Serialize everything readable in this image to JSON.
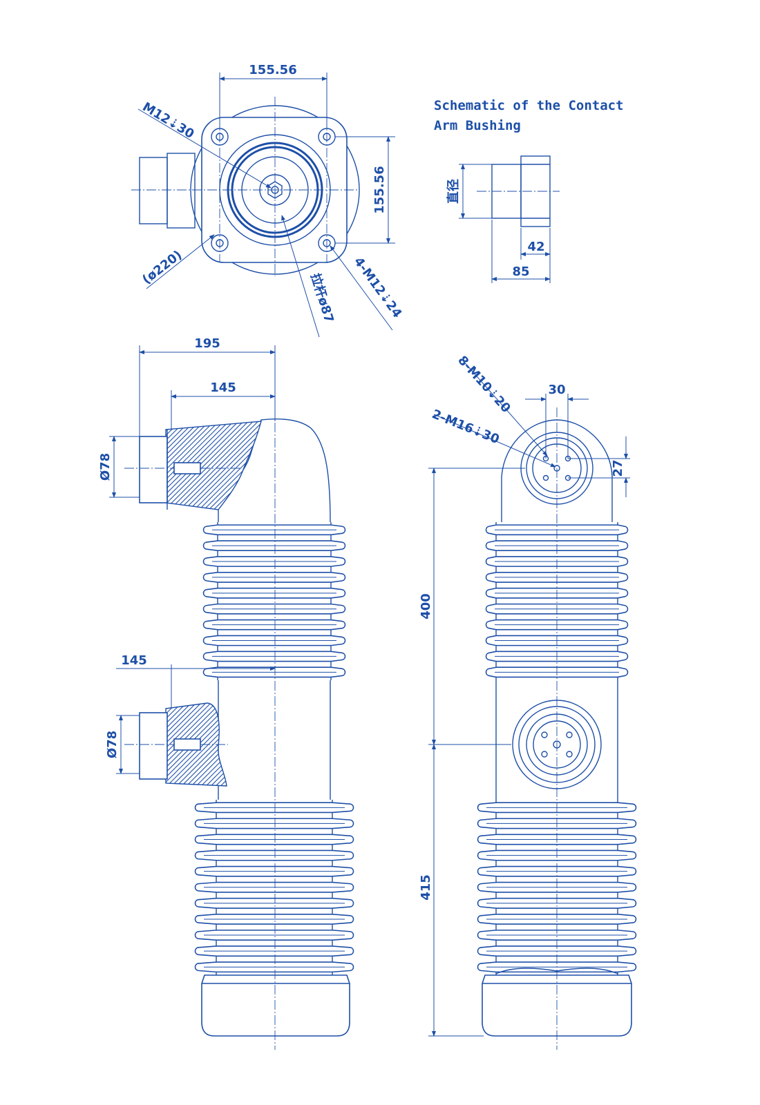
{
  "title": {
    "line1": "Schematic of the Contact",
    "line2": "Arm Bushing"
  },
  "top_view": {
    "dim_horizontal": "155.56",
    "dim_vertical": "155.56",
    "label_hole": "M12⇣30",
    "label_diameter": "(ø220)",
    "label_rod": "拉杆ø87",
    "label_holes": "4-M12⇣24"
  },
  "small_view": {
    "label_side": "直径",
    "dim_42": "42",
    "dim_85": "85"
  },
  "front_view": {
    "dim_195": "195",
    "dim_145_top": "145",
    "dim_145_mid": "145",
    "dia_upper": "Ø78",
    "dia_lower": "Ø78"
  },
  "side_view": {
    "label_8holes": "8-M10⇣20",
    "label_2holes": "2-M16⇣30",
    "dim_30": "30",
    "dim_27": "27",
    "dim_400": "400",
    "dim_415": "415"
  },
  "colors": {
    "line": "#1d4fa8",
    "background": "#ffffff"
  }
}
